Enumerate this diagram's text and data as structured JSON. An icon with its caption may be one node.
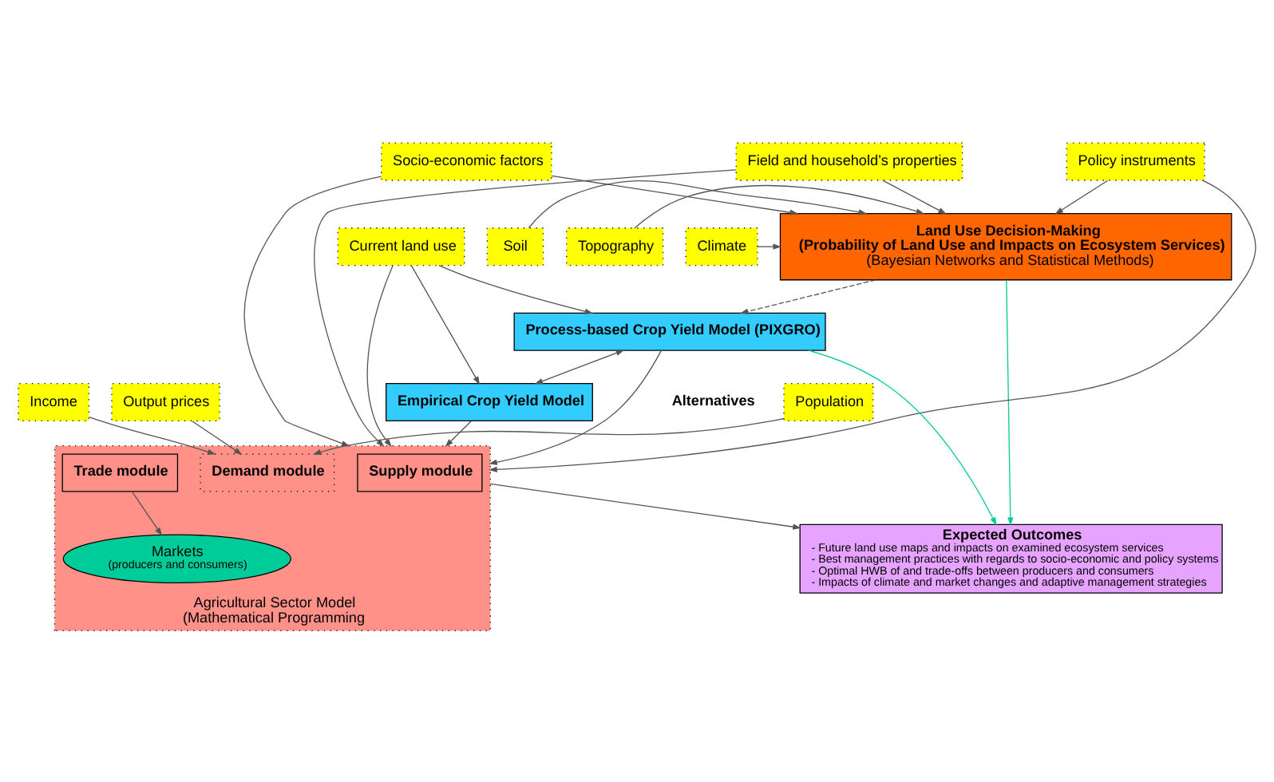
{
  "diagram": {
    "nodes": [
      {
        "text": [
          "Climate"
        ]
      },
      {
        "text": [
          "Soil"
        ]
      },
      {
        "text": [
          "Topography"
        ]
      },
      {
        "text": [
          "Current land use"
        ]
      },
      {
        "text": [
          "Land Use Decision-Making",
          "(Probability of Land Use and Impacts on Ecosystem Services)",
          "(Bayesian Networks and Statistical Methods)"
        ]
      },
      {
        "text": [
          "Field and household’s properties"
        ]
      },
      {
        "text": [
          "Socio-economic factors"
        ]
      },
      {
        "text": [
          "Policy instruments"
        ]
      },
      {
        "text": [
          "Process-based Crop Yield Model (PIXGRO)"
        ]
      },
      {
        "text": [
          "Empirical Crop Yield Model"
        ]
      },
      {
        "text": [
          "Agricultural Sector Model",
          "(Mathematical Programming"
        ]
      },
      {
        "text": [
          "Supply module"
        ],
        "in": 10
      },
      {
        "text": [
          "Markets",
          "(producers and consumers)"
        ],
        "in": 10
      },
      {
        "text": [
          "Demand module"
        ],
        "in": 10
      },
      {
        "text": [
          "Trade module"
        ],
        "in": 10
      },
      {
        "text": [
          "Population"
        ]
      },
      {
        "text": [
          "Income"
        ]
      },
      {
        "text": [
          "Output prices"
        ]
      },
      {
        "text": [
          "Expected Outcomes",
          "- Future land use maps and impacts on examined ecosystem services",
          "- Best management practices with regards to socio-economic and policy systems",
          "- Optimal HWB of and trade-offs between producers and consumers",
          "- Impacts of climate and market changes and adaptive management strategies"
        ]
      }
    ],
    "edges": [
      {
        "from": 0,
        "to": 4,
        "arrow": "to"
      },
      {
        "from": 1,
        "to": 4,
        "arrow": "to"
      },
      {
        "from": 2,
        "to": 4,
        "arrow": "to"
      },
      {
        "from": 5,
        "to": 4,
        "arrow": "to"
      },
      {
        "from": 6,
        "to": 4,
        "arrow": "to"
      },
      {
        "from": 7,
        "to": 4,
        "arrow": "to"
      },
      {
        "from": 3,
        "to": 10,
        "arrow": "to"
      },
      {
        "from": 5,
        "to": 10,
        "arrow": "to"
      },
      {
        "from": 6,
        "to": 10,
        "arrow": "to"
      },
      {
        "from": 7,
        "to": 10,
        "arrow": "to"
      },
      {
        "from": 3,
        "to": 8,
        "arrow": "to"
      },
      {
        "from": 3,
        "to": 9,
        "arrow": "to"
      },
      {
        "from": 4,
        "to": 8,
        "arrow": "to",
        "style": "dashed"
      },
      {
        "from": 8,
        "to": 10,
        "arrow": "to"
      },
      {
        "from": 9,
        "to": 10,
        "arrow": "to"
      },
      {
        "from": 8,
        "to": 9,
        "arrow": "both"
      },
      {
        "from": 14,
        "to": 12,
        "arrow": "to"
      },
      {
        "from": 15,
        "to": 13,
        "arrow": "to"
      },
      {
        "from": 16,
        "to": 13,
        "arrow": "to"
      },
      {
        "from": 17,
        "to": 13,
        "arrow": "to"
      },
      {
        "from": 10,
        "to": 18,
        "arrow": "to"
      },
      {
        "from": 4,
        "to": 18,
        "arrow": "to",
        "color": "#00cc99"
      },
      {
        "from": 8,
        "to": 18,
        "arrow": "to",
        "color": "#00cc99"
      }
    ],
    "labels": [
      "Alternatives"
    ]
  }
}
